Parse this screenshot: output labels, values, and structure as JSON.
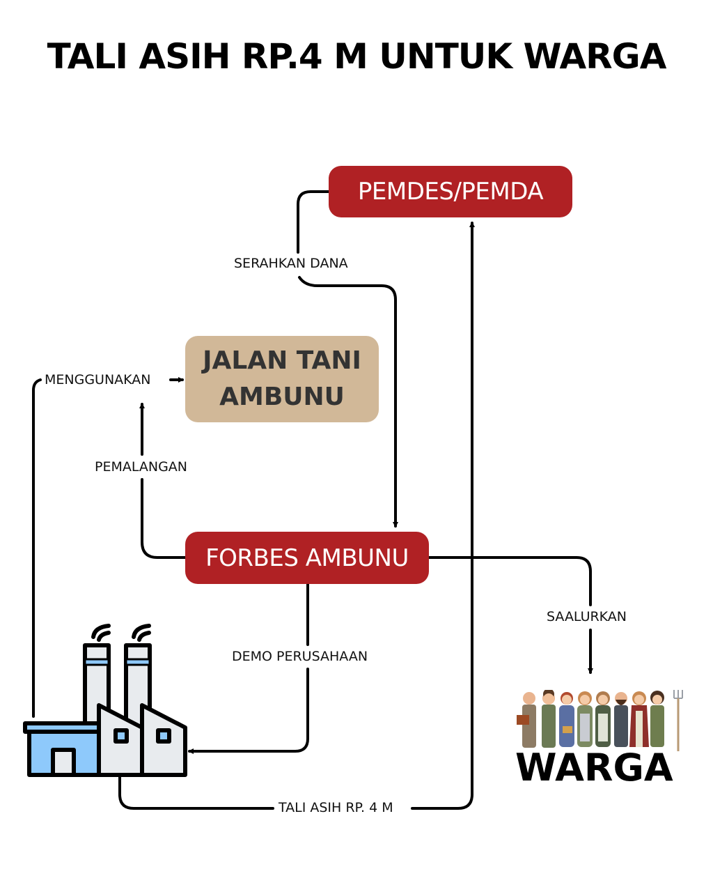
{
  "title": "TALI ASIH RP.4 M UNTUK WARGA",
  "nodes": {
    "pemdes": "PEMDES/PEMDA",
    "jalan_tani_line1": "JALAN TANI",
    "jalan_tani_line2": "AMBUNU",
    "forbes": "FORBES AMBUNU",
    "perusahaan_icon": "factory-icon",
    "warga_icon": "villagers-illustration",
    "warga": "WARGA"
  },
  "edges": {
    "serahkan_dana": "SERAHKAN DANA",
    "menggunakan": "MENGGUNAKAN",
    "pemalangan": "PEMALANGAN",
    "demo_perusahaan": "DEMO PERUSAHAAN",
    "saalurkan": "SAALURKAN",
    "tali_asih": "TALI ASIH RP. 4 M"
  },
  "colors": {
    "node_red": "#b02124",
    "node_tan": "#d1b898",
    "factory_blue": "#8ec9fb",
    "factory_gray": "#e8ebee",
    "line": "#000000"
  }
}
